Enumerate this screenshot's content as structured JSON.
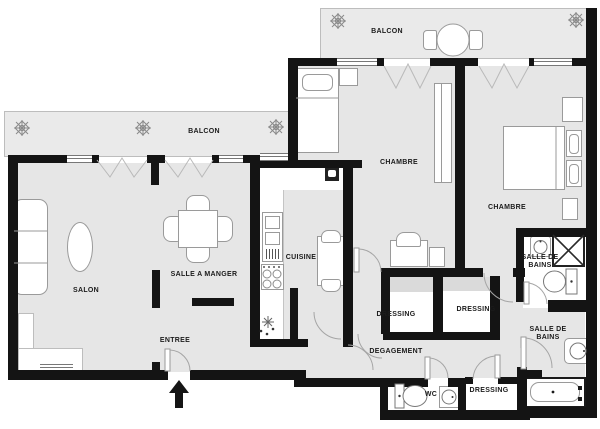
{
  "colors": {
    "wall": "#141414",
    "floor": "#e6e6e6",
    "balcony": "#eaeaea",
    "room": "#ffffff",
    "line": "#9a9a9a",
    "text": "#1b1b1b",
    "dark": "#222222"
  },
  "rooms": [
    {
      "id": "balcon-left",
      "label": "BALCON"
    },
    {
      "id": "balcon-right",
      "label": "BALCON"
    },
    {
      "id": "chambre-1",
      "label": "CHAMBRE"
    },
    {
      "id": "chambre-2",
      "label": "CHAMBRE"
    },
    {
      "id": "salon",
      "label": "SALON"
    },
    {
      "id": "salle-a-manger",
      "label": "SALLE A MANGER"
    },
    {
      "id": "cuisine",
      "label": "CUISINE"
    },
    {
      "id": "entree",
      "label": "ENTREE"
    },
    {
      "id": "degagement",
      "label": "DEGAGEMENT"
    },
    {
      "id": "dressing-1",
      "label": "DRESSING"
    },
    {
      "id": "dressing-2",
      "label": "DRESSING"
    },
    {
      "id": "dressing-3",
      "label": "DRESSING"
    },
    {
      "id": "wc",
      "label": "WC"
    },
    {
      "id": "salle-de-bains-1",
      "label": "SALLE DE\nBAINS"
    },
    {
      "id": "salle-de-bains-2",
      "label": "SALLE DE\nBAINS"
    }
  ],
  "icons": {
    "plant-icon": "radial star + diamond (potted plant, svg)",
    "shower-icon": "square with X cross",
    "toilet-icon": "oval bowl + rectangular tank",
    "sink-icon": "circle basin with tap dot",
    "bathtub-icon": "double-outline rounded tub",
    "stove-icon": "four burner circles",
    "oven-icon": "stacked oven squares with hatch",
    "sink-drain-icon": "flower asterisk with dots",
    "tv-icon": "small dark screen square",
    "entrance-arrow-icon": "solid up arrow",
    "door-arc": "quarter-circle swing line",
    "window": "triple-line wall opening"
  }
}
